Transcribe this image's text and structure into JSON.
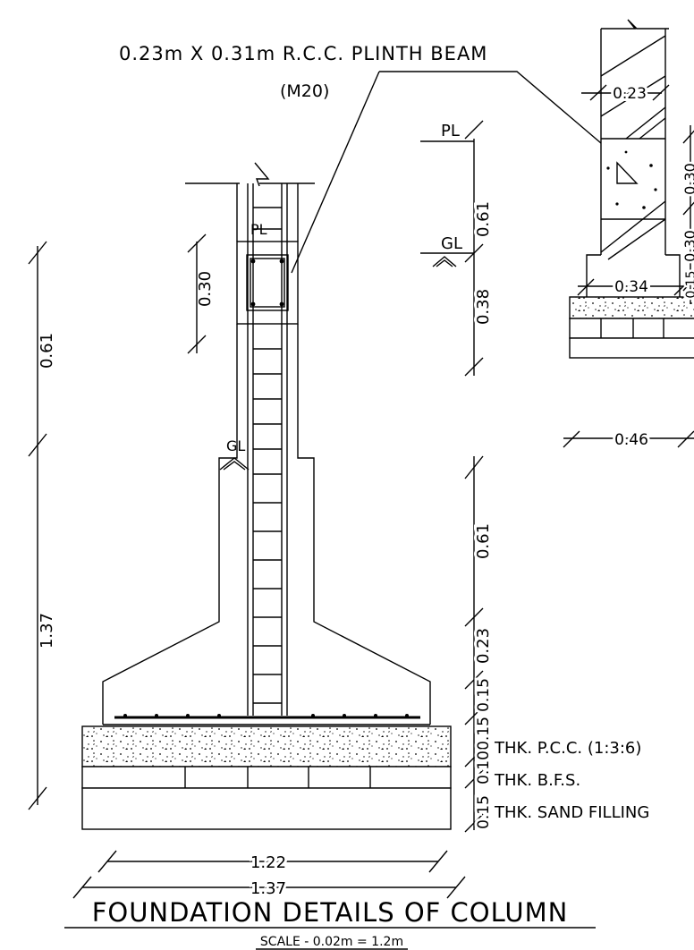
{
  "beam_callout": {
    "line1": "0.23m X 0.31m R.C.C. PLINTH BEAM",
    "line2": "(M20)"
  },
  "markers": {
    "pl": "PL",
    "gl": "GL"
  },
  "left_dims": {
    "overall_upper": "0.61",
    "overall_lower": "1.37",
    "beam_depth": "0.30",
    "width_inner": "1.22",
    "width_outer": "1.37"
  },
  "mid_dims": {
    "pl_to_gl": "0.61",
    "gl_to_beam": "0.38",
    "pedestal": "0.61",
    "taper": "0.23",
    "footing": "0.15",
    "pcc": "0.15",
    "bfs": "0.10",
    "sand": "0.15"
  },
  "layers": {
    "pcc": "THK. P.C.C. (1:3:6)",
    "bfs": "THK. B.F.S.",
    "sand": "THK. SAND FILLING"
  },
  "right_detail": {
    "wall": "0.23",
    "beam_depth": "0.30",
    "lower_depth": "0.30",
    "step": "0.15",
    "base_inner": "0.34",
    "base_outer": "0.46"
  },
  "title": {
    "main": "FOUNDATION DETAILS OF COLUMN",
    "scale": "SCALE - 0.02m = 1.2m"
  }
}
